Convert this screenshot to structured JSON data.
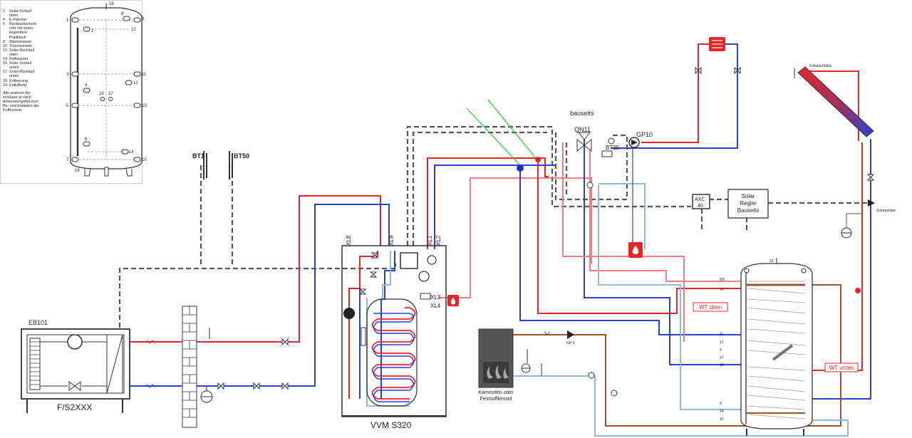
{
  "inset": {
    "legend": [
      {
        "num": "2",
        "text": "Solar-Vorlauf\noben"
      },
      {
        "num": "4",
        "text": "E-Patrone"
      },
      {
        "num": "6",
        "text": "Rücklaufschicht-\nrohr mit innen-\nliegendem\nPrallblech"
      },
      {
        "num": "8",
        "text": "Warmwasser"
      },
      {
        "num": "10",
        "text": "Thermometer"
      },
      {
        "num": "12",
        "text": "Solar-Rücklauf\noben"
      },
      {
        "num": "14",
        "text": "Kaltwasser"
      },
      {
        "num": "16",
        "text": "Solar-Vorlauf\nunten"
      },
      {
        "num": "17",
        "text": "Solar-Rücklauf\nunten"
      },
      {
        "num": "18",
        "text": "Entleerung"
      },
      {
        "num": "19",
        "text": "Entlüftung"
      }
    ],
    "note": "Alle anderen An-\nschlüsse je nach\nAnwendungsfall zum\nBe- und Entladen der\nPufferzone.",
    "tank_numbers": {
      "n1": "1",
      "n2": "2",
      "n3": "3",
      "n4": "4",
      "n5": "5",
      "n6": "6",
      "n7": "7",
      "n8": "8",
      "n9": "9",
      "n10": "10",
      "n11": "11",
      "n12": "12",
      "n13": "13",
      "n14": "14",
      "n15": "15",
      "n16": "16",
      "n17": "17",
      "n18": "18",
      "n19": "19"
    }
  },
  "labels": {
    "eb101": "EB101",
    "heatpump": "F/S2XXX",
    "vvm": "VVM S320",
    "bt1": "BT1",
    "bt50": "BT50",
    "xl8": "XL8",
    "xl9": "XL9",
    "xl1": "XL1",
    "xl2": "XL2",
    "xl3": "XL3",
    "xl4": "XL4",
    "bauseits": "bauseits",
    "qn11": "QN11",
    "gp10": "GP10",
    "bt25": "BT25",
    "axc": "AXC",
    "axc_num": "40",
    "solar_regler": [
      "Solar",
      "Regler",
      "Bauseits"
    ],
    "kollektorfuehler": "Kollektorfühler",
    "solarpumpe": "Solarpumpe",
    "wt_oben": "WT oben",
    "wt_unten": "WT unten",
    "kaminofen": [
      "Kaminofen oder",
      "Festsoffkessel"
    ],
    "gpx": "GP X",
    "tank_ports": {
      "p89": "8/9",
      "p10": "10",
      "p11": "11",
      "p12": "12",
      "p4": "4",
      "p17": "17",
      "p13": "13",
      "p6": "6",
      "p14": "14",
      "p15": "15",
      "p19": "19"
    }
  },
  "colors": {
    "hot": "#e8262a",
    "hot_light": "#f08080",
    "cold": "#2b3fd6",
    "cold_light": "#8fb8e8",
    "brown": "#a0522d",
    "dashed": "#555555",
    "highlight": "#22cc22"
  }
}
